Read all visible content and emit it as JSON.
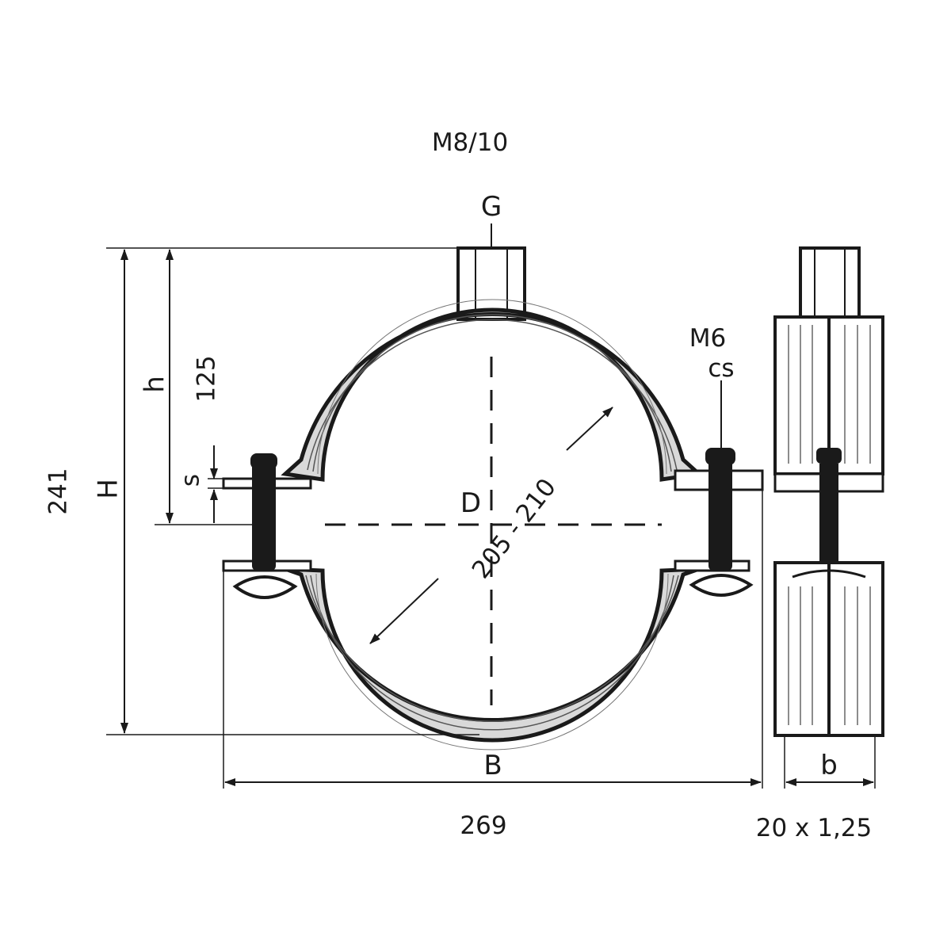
{
  "labels": {
    "thread_top": "M8/10",
    "thread_symbol": "G",
    "screw_size": "M6",
    "screw_type": "cs",
    "height_total_value": "241",
    "height_total_symbol": "H",
    "height_center_symbol": "h",
    "height_center_value": "125",
    "thickness_symbol": "s",
    "diameter_symbol": "D",
    "diameter_range": "205 - 210",
    "width_symbol": "B",
    "width_value": "269",
    "band_symbol": "b",
    "band_value": "20 x 1,25"
  },
  "colors": {
    "ink": "#1a1a1a",
    "band_fill": "#d9d9d9",
    "paper": "#ffffff"
  }
}
